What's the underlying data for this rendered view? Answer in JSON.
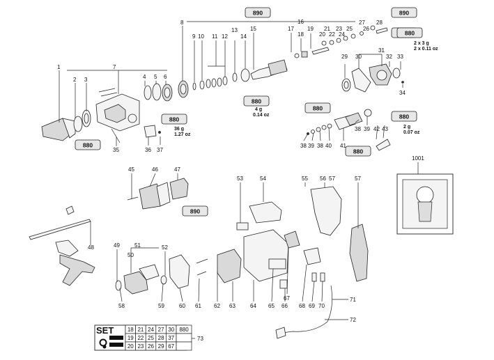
{
  "labels": {
    "p1": "1",
    "p2": "2",
    "p3": "3",
    "p4": "4",
    "p5": "5",
    "p6": "6",
    "p7": "7",
    "p8": "8",
    "p9": "9",
    "p10": "10",
    "p11": "11",
    "p12": "12",
    "p13": "13",
    "p14": "14",
    "p15": "15",
    "p16": "16",
    "p17": "17",
    "p18": "18",
    "p19": "19",
    "p20": "20",
    "p21": "21",
    "p22": "22",
    "p23": "23",
    "p24": "24",
    "p25": "25",
    "p26": "26",
    "p27": "27",
    "p28": "28",
    "p29": "29",
    "p30": "30",
    "p31": "31",
    "p32": "32",
    "p33": "33",
    "p34": "34",
    "p35": "35",
    "p36": "36",
    "p37": "37",
    "p38a": "38",
    "p38b": "38",
    "p38c": "38",
    "p39a": "39",
    "p39b": "39",
    "p40": "40",
    "p41": "41",
    "p42": "42",
    "p43": "43",
    "p45": "45",
    "p46": "46",
    "p47": "47",
    "p48": "48",
    "p49": "49",
    "p50": "50",
    "p51": "51",
    "p52": "52",
    "p53": "53",
    "p54": "54",
    "p55": "55",
    "p56": "56",
    "p57a": "57",
    "p57b": "57",
    "p58": "58",
    "p59": "59",
    "p60": "60",
    "p61": "61",
    "p62": "62",
    "p63": "63",
    "p64": "64",
    "p65": "65",
    "p66": "66",
    "p67": "67",
    "p68": "68",
    "p69": "69",
    "p70": "70",
    "p71": "71",
    "p72": "72",
    "p73": "73",
    "p1001": "1001"
  },
  "grease": {
    "t1": "890",
    "t2": "880",
    "t3": "890",
    "t4": "880",
    "t5": "880",
    "t6": "880",
    "t7": "880",
    "t8": "880",
    "t9": "880",
    "t10": "880",
    "t11": "890",
    "q1": "36 g",
    "q1b": "1.27 oz",
    "q2": "4 g",
    "q2b": "0.14 oz",
    "q3": "2 x 3 g",
    "q3b": "2 x 0.11 oz",
    "q4": "2 g",
    "q4b": "0.07 oz"
  },
  "set_table": {
    "title": "SET",
    "rows": [
      [
        "18",
        "21",
        "24",
        "27",
        "30",
        "880"
      ],
      [
        "19",
        "22",
        "25",
        "28",
        "37",
        ""
      ],
      [
        "20",
        "23",
        "26",
        "29",
        "67",
        ""
      ]
    ]
  }
}
